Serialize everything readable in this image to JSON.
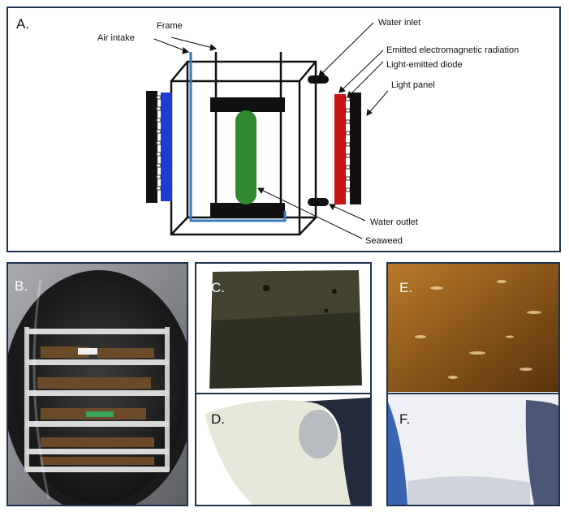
{
  "panels": {
    "a": {
      "label": "A.",
      "callouts": {
        "frame": "Frame",
        "air_intake": "Air intake",
        "water_inlet": "Water inlet",
        "emitted_radiation": "Emitted electromagnetic radiation",
        "led": "Light-emitted diode",
        "light_panel": "Light panel",
        "water_outlet": "Water outlet",
        "seaweed": "Seaweed"
      }
    },
    "b": {
      "label": "B."
    },
    "c": {
      "label": "C."
    },
    "d": {
      "label": "D."
    },
    "e": {
      "label": "E."
    },
    "f": {
      "label": "F."
    }
  },
  "colors": {
    "panel_border": "#1f3350",
    "seaweed_green": "#2f8a2f",
    "led_blue": "#1f3bd6",
    "led_red": "#c81414",
    "air_tube_blue": "#3a78c2",
    "film_dark": "#2f3021",
    "film_amber": "#9a5a12"
  }
}
